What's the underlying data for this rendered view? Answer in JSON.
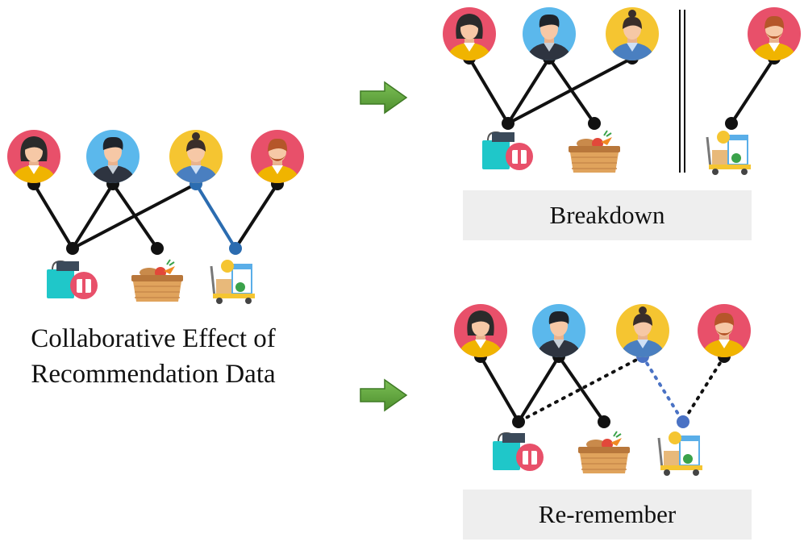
{
  "original_caption": {
    "line1": "Collaborative Effect of",
    "line2": "Recommendation Data"
  },
  "panels": {
    "breakdown": {
      "label": "Breakdown"
    },
    "reremember": {
      "label": "Re-remember"
    }
  },
  "users": [
    {
      "id": "u1",
      "icon": "woman-avatar-icon",
      "bg": "#e8506a"
    },
    {
      "id": "u2",
      "icon": "man-dark-hair-avatar-icon",
      "bg": "#5bb8ec"
    },
    {
      "id": "u3",
      "icon": "woman-ponytail-avatar-icon",
      "bg": "#f5c531"
    },
    {
      "id": "u4",
      "icon": "bearded-man-avatar-icon",
      "bg": "#e8506a"
    }
  ],
  "items": [
    {
      "id": "i1",
      "icon": "shopping-bags-gift-icon"
    },
    {
      "id": "i2",
      "icon": "food-basket-icon"
    },
    {
      "id": "i3",
      "icon": "delivery-cart-icon"
    }
  ],
  "colors": {
    "edge_default": "#111111",
    "edge_highlight": "#2b6cb0",
    "edge_reremember_highlight": "#4a72c4",
    "arrow_fill": "#5a9e3a",
    "arrow_stroke": "#3f7a25"
  }
}
